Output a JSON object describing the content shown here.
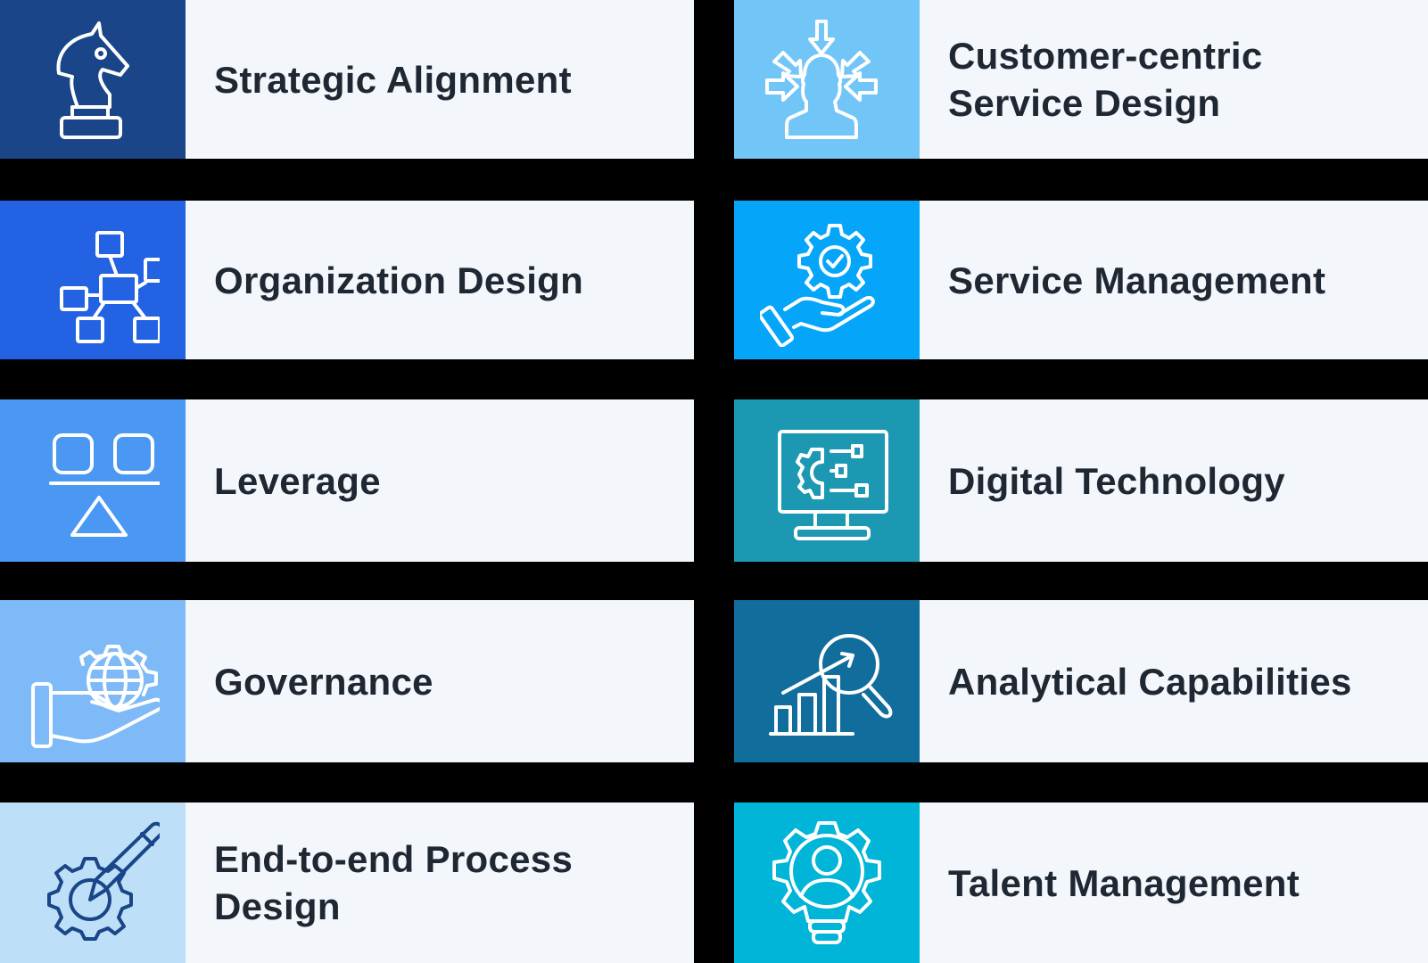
{
  "cards": [
    {
      "label": "Strategic Alignment",
      "icon": "chess-knight-icon",
      "color": "#1a4689"
    },
    {
      "label": "Customer-centric\nService Design",
      "icon": "person-arrows-icon",
      "color": "#72c5f7"
    },
    {
      "label": "Organization Design",
      "icon": "org-chart-icon",
      "color": "#2262e3"
    },
    {
      "label": "Service Management",
      "icon": "hand-gear-check-icon",
      "color": "#05a5f9"
    },
    {
      "label": "Leverage",
      "icon": "balance-icon",
      "color": "#4a98f3"
    },
    {
      "label": "Digital Technology",
      "icon": "monitor-gear-icon",
      "color": "#1c98b3"
    },
    {
      "label": "Governance",
      "icon": "hand-globe-gear-icon",
      "color": "#7ebaf7"
    },
    {
      "label": "Analytical Capabilities",
      "icon": "chart-magnifier-icon",
      "color": "#116d9c"
    },
    {
      "label": "End-to-end Process\nDesign",
      "icon": "gear-pencil-icon",
      "color": "#bde0f8"
    },
    {
      "label": "Talent Management",
      "icon": "gear-person-bulb-icon",
      "color": "#00b5d8"
    }
  ],
  "colors": {
    "background": "#000000",
    "card_background": "#f3f6fb",
    "text": "#1f2733"
  }
}
